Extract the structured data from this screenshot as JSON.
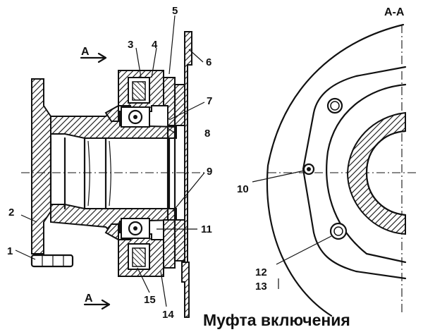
{
  "caption": "Муфта включения",
  "section_mark": "А-А",
  "section_arrow": "А",
  "part_labels": {
    "p1": "1",
    "p2": "2",
    "p3": "3",
    "p4": "4",
    "p5": "5",
    "p6": "6",
    "p7": "7",
    "p8": "8",
    "p9": "9",
    "p10": "10",
    "p11": "11",
    "p12": "12",
    "p13": "13",
    "p14": "14",
    "p15": "15"
  }
}
